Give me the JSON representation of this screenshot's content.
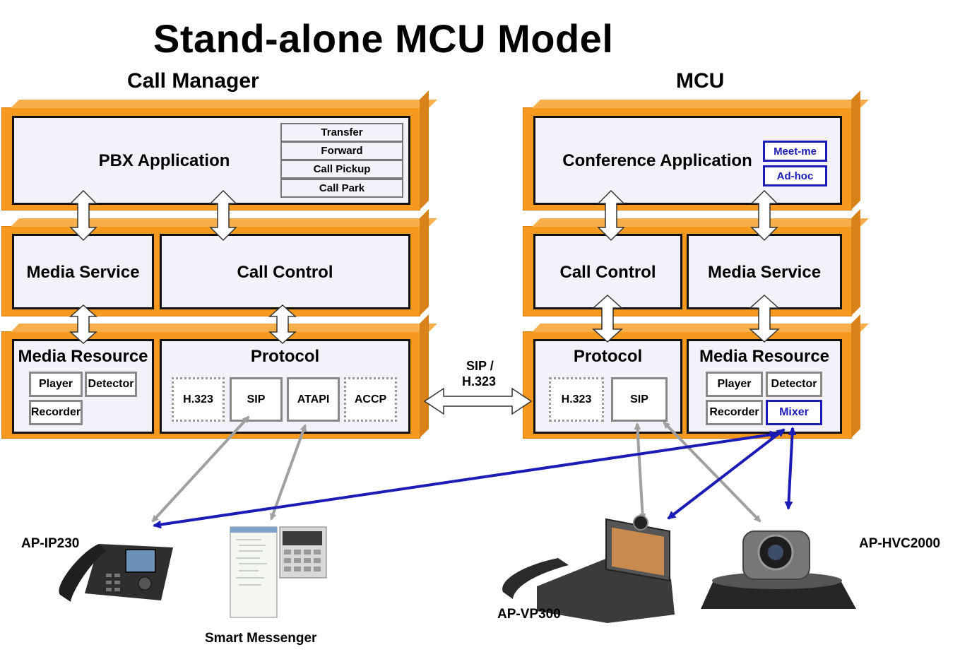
{
  "title": "Stand-alone MCU Model",
  "call_manager": {
    "title": "Call Manager",
    "app": {
      "label": "PBX Application",
      "features": [
        "Transfer",
        "Forward",
        "Call Pickup",
        "Call Park"
      ]
    },
    "media_service": "Media Service",
    "call_control": "Call Control",
    "media_resource": {
      "label": "Media Resource",
      "items": [
        "Player",
        "Detector",
        "Recorder"
      ]
    },
    "protocol": {
      "label": "Protocol",
      "items": [
        "H.323",
        "SIP",
        "ATAPI",
        "ACCP"
      ]
    }
  },
  "mcu": {
    "title": "MCU",
    "app": {
      "label": "Conference Application",
      "features": [
        "Meet-me",
        "Ad-hoc"
      ]
    },
    "call_control": "Call Control",
    "media_service": "Media Service",
    "protocol": {
      "label": "Protocol",
      "items": [
        "H.323",
        "SIP"
      ]
    },
    "media_resource": {
      "label": "Media Resource",
      "items": [
        "Player",
        "Detector",
        "Recorder",
        "Mixer"
      ]
    }
  },
  "link_label": [
    "SIP /",
    "H.323"
  ],
  "devices": {
    "ip230": "AP-IP230",
    "messenger": "Smart Messenger",
    "vp300": "AP-VP300",
    "hvc2000": "AP-HVC2000"
  },
  "colors": {
    "orange": "#f59a1f",
    "blue_link": "#1b1bb5",
    "gray_link": "#a0a0a0"
  }
}
